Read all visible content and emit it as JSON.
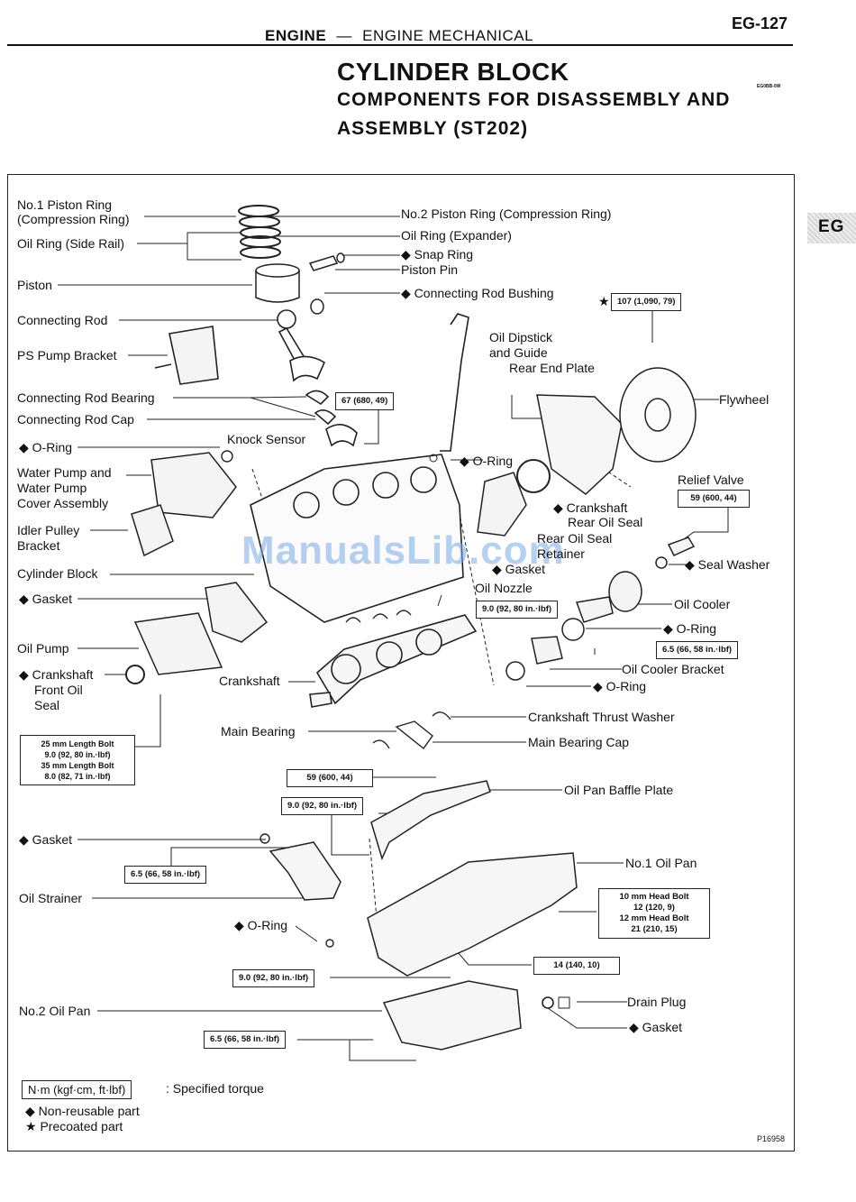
{
  "header": {
    "section": "ENGINE",
    "dash": "—",
    "subsection": "ENGINE MECHANICAL",
    "page_number": "EG-127",
    "side_tab": "EG"
  },
  "title": {
    "main": "CYLINDER BLOCK",
    "line2": "COMPONENTS FOR DISASSEMBLY AND",
    "line3": "ASSEMBLY (ST202)",
    "code": "EG0BB-0W"
  },
  "labels": {
    "no1_piston_ring": "No.1 Piston Ring",
    "no1_piston_ring_2": "(Compression Ring)",
    "oil_ring_side_rail": "Oil Ring (Side Rail)",
    "piston": "Piston",
    "connecting_rod": "Connecting Rod",
    "ps_pump_bracket": "PS Pump Bracket",
    "connecting_rod_bearing": "Connecting Rod Bearing",
    "connecting_rod_cap": "Connecting Rod Cap",
    "o_ring_left": "O-Ring",
    "knock_sensor": "Knock Sensor",
    "water_pump_1": "Water Pump and",
    "water_pump_2": "Water Pump",
    "water_pump_3": "Cover Assembly",
    "idler_pulley_1": "Idler Pulley",
    "idler_pulley_2": "Bracket",
    "cylinder_block": "Cylinder Block",
    "gasket_left": "Gasket",
    "oil_pump": "Oil Pump",
    "crankshaft_front_1": "Crankshaft",
    "crankshaft_front_2": "Front Oil",
    "crankshaft_front_3": "Seal",
    "crankshaft": "Crankshaft",
    "main_bearing": "Main Bearing",
    "gasket_strainer": "Gasket",
    "oil_strainer": "Oil Strainer",
    "o_ring_pan": "O-Ring",
    "no2_oil_pan": "No.2 Oil Pan",
    "no2_piston_ring": "No.2 Piston Ring (Compression Ring)",
    "oil_ring_expander": "Oil Ring (Expander)",
    "snap_ring": "Snap Ring",
    "piston_pin": "Piston Pin",
    "connecting_rod_bushing": "Connecting Rod Bushing",
    "oil_dipstick_1": "Oil Dipstick",
    "oil_dipstick_2": "and Guide",
    "rear_end_plate": "Rear End Plate",
    "flywheel": "Flywheel",
    "o_ring_dipstick": "O-Ring",
    "crankshaft_rear_1": "Crankshaft",
    "crankshaft_rear_2": "Rear Oil Seal",
    "rear_seal_retainer_1": "Rear Oil Seal",
    "rear_seal_retainer_2": "Retainer",
    "gasket_retainer": "Gasket",
    "relief_valve": "Relief Valve",
    "seal_washer": "Seal Washer",
    "oil_nozzle": "Oil Nozzle",
    "oil_cooler": "Oil Cooler",
    "o_ring_cooler": "O-Ring",
    "oil_cooler_bracket": "Oil Cooler Bracket",
    "o_ring_bracket": "O-Ring",
    "crankshaft_thrust_washer": "Crankshaft Thrust Washer",
    "main_bearing_cap": "Main Bearing Cap",
    "oil_pan_baffle_plate": "Oil Pan Baffle Plate",
    "no1_oil_pan": "No.1 Oil Pan",
    "drain_plug": "Drain Plug",
    "gasket_drain": "Gasket"
  },
  "torques": {
    "flywheel": "107 (1,090, 79)",
    "conrod": "67 (680, 49)",
    "relief_valve": "59 (600, 44)",
    "oil_nozzle": "9.0 (92, 80 in.·lbf)",
    "cooler_bracket": "6.5 (66, 58 in.·lbf)",
    "pump_l1": "25 mm Length Bolt",
    "pump_l2": "9.0 (92, 80 in.·lbf)",
    "pump_l3": "35 mm Length Bolt",
    "pump_l4": "8.0 (82, 71 in.·lbf)",
    "main_cap": "59 (600, 44)",
    "baffle": "9.0 (92, 80 in.·lbf)",
    "strainer": "6.5 (66, 58 in.·lbf)",
    "pan_l1": "10 mm Head Bolt",
    "pan_l2": "12 (120, 9)",
    "pan_l3": "12 mm Head Bolt",
    "pan_l4": "21 (210, 15)",
    "pan_nut": "14 (140, 10)",
    "pan_lower": "9.0 (92, 80 in.·lbf)",
    "no2_pan": "6.5 (66, 58 in.·lbf)"
  },
  "legend": {
    "unit_box": "N·m (kgf·cm, ft·lbf)",
    "unit_desc": ": Specified torque",
    "non_reusable": "Non-reusable part",
    "precoated": "Precoated part"
  },
  "symbols": {
    "diamond": "◆",
    "star": "★"
  },
  "figure_code": "P16958",
  "watermark": "ManualsLib.com"
}
